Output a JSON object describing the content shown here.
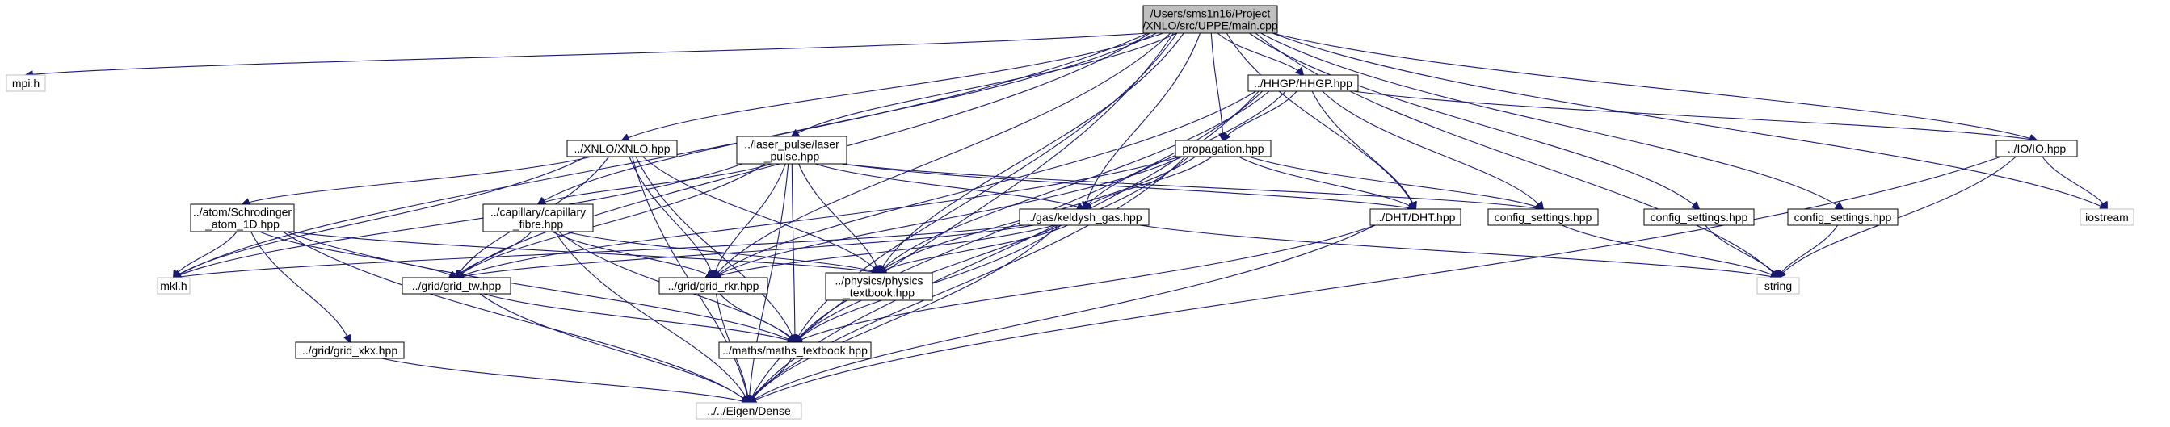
{
  "colors": {
    "edge": "#191970",
    "root_fill": "#bfbfbf",
    "node_border": "#000000",
    "external_border": "#bfbfbf"
  },
  "nodes": {
    "root": [
      "/Users/sms1n16/Project",
      "/XNLO/src/UPPE/main.cpp"
    ],
    "mpi": [
      "mpi.h"
    ],
    "xnlo": [
      "../XNLO/XNLO.hpp"
    ],
    "laser": [
      "../laser_pulse/laser",
      "_pulse.hpp"
    ],
    "hhgp": [
      "../HHGP/HHGP.hpp"
    ],
    "prop": [
      "propagation.hpp"
    ],
    "io": [
      "../IO/IO.hpp"
    ],
    "iostream": [
      "iostream"
    ],
    "atom": [
      "../atom/Schrodinger",
      "_atom_1D.hpp"
    ],
    "cap": [
      "../capillary/capillary",
      "_fibre.hpp"
    ],
    "keldysh": [
      "../gas/keldysh_gas.hpp"
    ],
    "dht": [
      "../DHT/DHT.hpp"
    ],
    "cfg1": [
      "config_settings.hpp"
    ],
    "cfg2": [
      "config_settings.hpp"
    ],
    "cfg3": [
      "config_settings.hpp"
    ],
    "mkl": [
      "mkl.h"
    ],
    "gridtw": [
      "../grid/grid_tw.hpp"
    ],
    "gridrkr": [
      "../grid/grid_rkr.hpp"
    ],
    "phys": [
      "../physics/physics",
      "_textbook.hpp"
    ],
    "string": [
      "string"
    ],
    "gridxkx": [
      "../grid/grid_xkx.hpp"
    ],
    "maths": [
      "../maths/maths_textbook.hpp"
    ],
    "eigen": [
      "../../Eigen/Dense"
    ]
  }
}
